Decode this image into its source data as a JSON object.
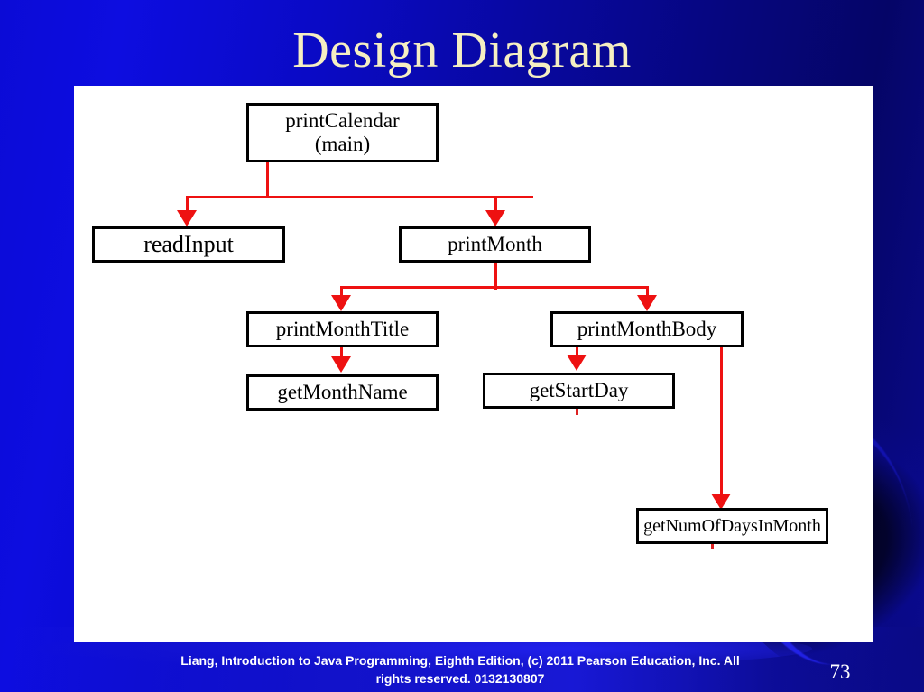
{
  "slide": {
    "title": "Design Diagram",
    "page_number": "73",
    "footer": "Liang, Introduction to Java Programming, Eighth Edition, (c) 2011 Pearson Education, Inc. All rights reserved. 0132130807",
    "colors": {
      "background_left": "#0d0de0",
      "background_right": "#050567",
      "title_text": "#f5efc2",
      "panel": "#ffffff",
      "box_border": "#000000",
      "connector": "#ee1111",
      "footer_text": "#ffffff"
    }
  },
  "diagram": {
    "type": "call-hierarchy",
    "nodes": [
      {
        "id": "printCalendar",
        "label_line1": "printCalendar",
        "label_line2": "(main)",
        "level": 0
      },
      {
        "id": "readInput",
        "label_line1": "readInput",
        "label_line2": "",
        "level": 1
      },
      {
        "id": "printMonth",
        "label_line1": "printMonth",
        "label_line2": "",
        "level": 1
      },
      {
        "id": "printMonthTitle",
        "label_line1": "printMonthTitle",
        "label_line2": "",
        "level": 2
      },
      {
        "id": "printMonthBody",
        "label_line1": "printMonthBody",
        "label_line2": "",
        "level": 2
      },
      {
        "id": "getMonthName",
        "label_line1": "getMonthName",
        "label_line2": "",
        "level": 3
      },
      {
        "id": "getStartDay",
        "label_line1": "getStartDay",
        "label_line2": "",
        "level": 3
      },
      {
        "id": "getNumOfDaysInMonth",
        "label_line1": "getNumOfDaysInMonth",
        "label_line2": "",
        "level": 4
      }
    ],
    "edges": [
      {
        "from": "printCalendar",
        "to": "readInput"
      },
      {
        "from": "printCalendar",
        "to": "printMonth"
      },
      {
        "from": "printMonth",
        "to": "printMonthTitle"
      },
      {
        "from": "printMonth",
        "to": "printMonthBody"
      },
      {
        "from": "printMonthTitle",
        "to": "getMonthName"
      },
      {
        "from": "printMonthBody",
        "to": "getStartDay"
      },
      {
        "from": "printMonthBody",
        "to": "getNumOfDaysInMonth"
      }
    ]
  }
}
